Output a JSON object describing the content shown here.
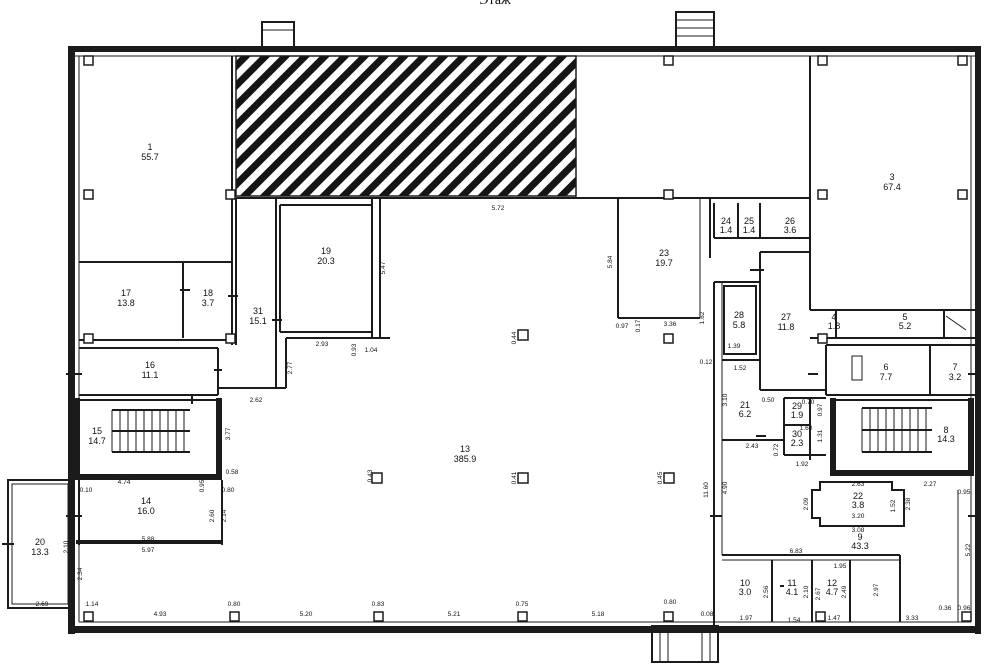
{
  "header": {
    "title": "Этаж"
  },
  "rooms": [
    {
      "id": "room-1",
      "number": "1",
      "area": "55.7"
    },
    {
      "id": "room-3",
      "number": "3",
      "area": "67.4"
    },
    {
      "id": "room-4",
      "number": "4",
      "area": "1.8"
    },
    {
      "id": "room-5",
      "number": "5",
      "area": "5.2"
    },
    {
      "id": "room-6",
      "number": "6",
      "area": "7.7"
    },
    {
      "id": "room-7",
      "number": "7",
      "area": "3.2"
    },
    {
      "id": "room-8",
      "number": "8",
      "area": "14.3"
    },
    {
      "id": "room-9",
      "number": "9",
      "area": "43.3"
    },
    {
      "id": "room-10",
      "number": "10",
      "area": "3.0"
    },
    {
      "id": "room-11",
      "number": "11",
      "area": "4.1"
    },
    {
      "id": "room-12",
      "number": "12",
      "area": "4.7"
    },
    {
      "id": "room-13",
      "number": "13",
      "area": "385.9"
    },
    {
      "id": "room-14",
      "number": "14",
      "area": "16.0"
    },
    {
      "id": "room-15",
      "number": "15",
      "area": "14.7"
    },
    {
      "id": "room-16",
      "number": "16",
      "area": "11.1"
    },
    {
      "id": "room-17",
      "number": "17",
      "area": "13.8"
    },
    {
      "id": "room-18",
      "number": "18",
      "area": "3.7"
    },
    {
      "id": "room-19",
      "number": "19",
      "area": "20.3"
    },
    {
      "id": "room-20",
      "number": "20",
      "area": "13.3"
    },
    {
      "id": "room-21",
      "number": "21",
      "area": "6.2"
    },
    {
      "id": "room-22",
      "number": "22",
      "area": "3.8"
    },
    {
      "id": "room-23",
      "number": "23",
      "area": "19.7"
    },
    {
      "id": "room-24",
      "number": "24",
      "area": "1.4"
    },
    {
      "id": "room-25",
      "number": "25",
      "area": "1.4"
    },
    {
      "id": "room-26",
      "number": "26",
      "area": "3.6"
    },
    {
      "id": "room-27",
      "number": "27",
      "area": "11.8"
    },
    {
      "id": "room-28",
      "number": "28",
      "area": "5.8"
    },
    {
      "id": "room-29",
      "number": "29",
      "area": "1.9"
    },
    {
      "id": "room-30",
      "number": "30",
      "area": "2.3"
    },
    {
      "id": "room-31",
      "number": "31",
      "area": "15.1"
    }
  ],
  "dimensions": {
    "d_572": "5.72",
    "d_547": "5.47",
    "d_584": "5.84",
    "d_293": "2.93",
    "d_093": "0.93",
    "d_104": "1.04",
    "d_277": "2.77",
    "d_262": "2.62",
    "d_377": "3.77",
    "d_044a": "0.44",
    "d_097": "0.97",
    "d_017": "0.17",
    "d_336": "3.36",
    "d_162": "1.62",
    "d_012": "0.12",
    "d_152": "1.52",
    "d_310": "3.10",
    "d_050": "0.50",
    "d_070": "0.70",
    "d_097b": "0.97",
    "d_160": "1.60",
    "d_131": "1.31",
    "d_243": "2.43",
    "d_072": "0.72",
    "d_192": "1.92",
    "d_043": "0.43",
    "d_041": "0.41",
    "d_045": "0.45",
    "d_474": "4.74",
    "d_058": "0.58",
    "d_095": "0.95",
    "d_080": "0.80",
    "d_010": "0.10",
    "d_260": "2.60",
    "d_214": "2.14",
    "d_588": "5.88",
    "d_597": "5.97",
    "d_210": "2.10",
    "d_234": "2.34",
    "d_269": "2.69",
    "d_114": "1.14",
    "d_493": "4.93",
    "d_080b": "0.80",
    "d_520": "5.20",
    "d_083": "0.83",
    "d_521": "5.21",
    "d_075": "0.75",
    "d_518": "5.18",
    "d_080c": "0.80",
    "d_008": "0.08",
    "d_1160": "11.60",
    "d_490": "4.90",
    "d_209": "2.09",
    "d_263": "2.63",
    "d_238": "2.38",
    "d_152b": "1.52",
    "d_320": "3.20",
    "d_308": "3.08",
    "d_227": "2.27",
    "d_095b": "0.95",
    "d_683": "6.83",
    "d_195": "1.95",
    "d_256": "2.56",
    "d_210b": "2.10",
    "d_267": "2.67",
    "d_249": "2.49",
    "d_297": "2.97",
    "d_197": "1.97",
    "d_154": "1.54",
    "d_147": "1.47",
    "d_333": "3.33",
    "d_096": "0.96",
    "d_522": "5.22",
    "d_036": "0.36",
    "d_139": "1.39"
  }
}
